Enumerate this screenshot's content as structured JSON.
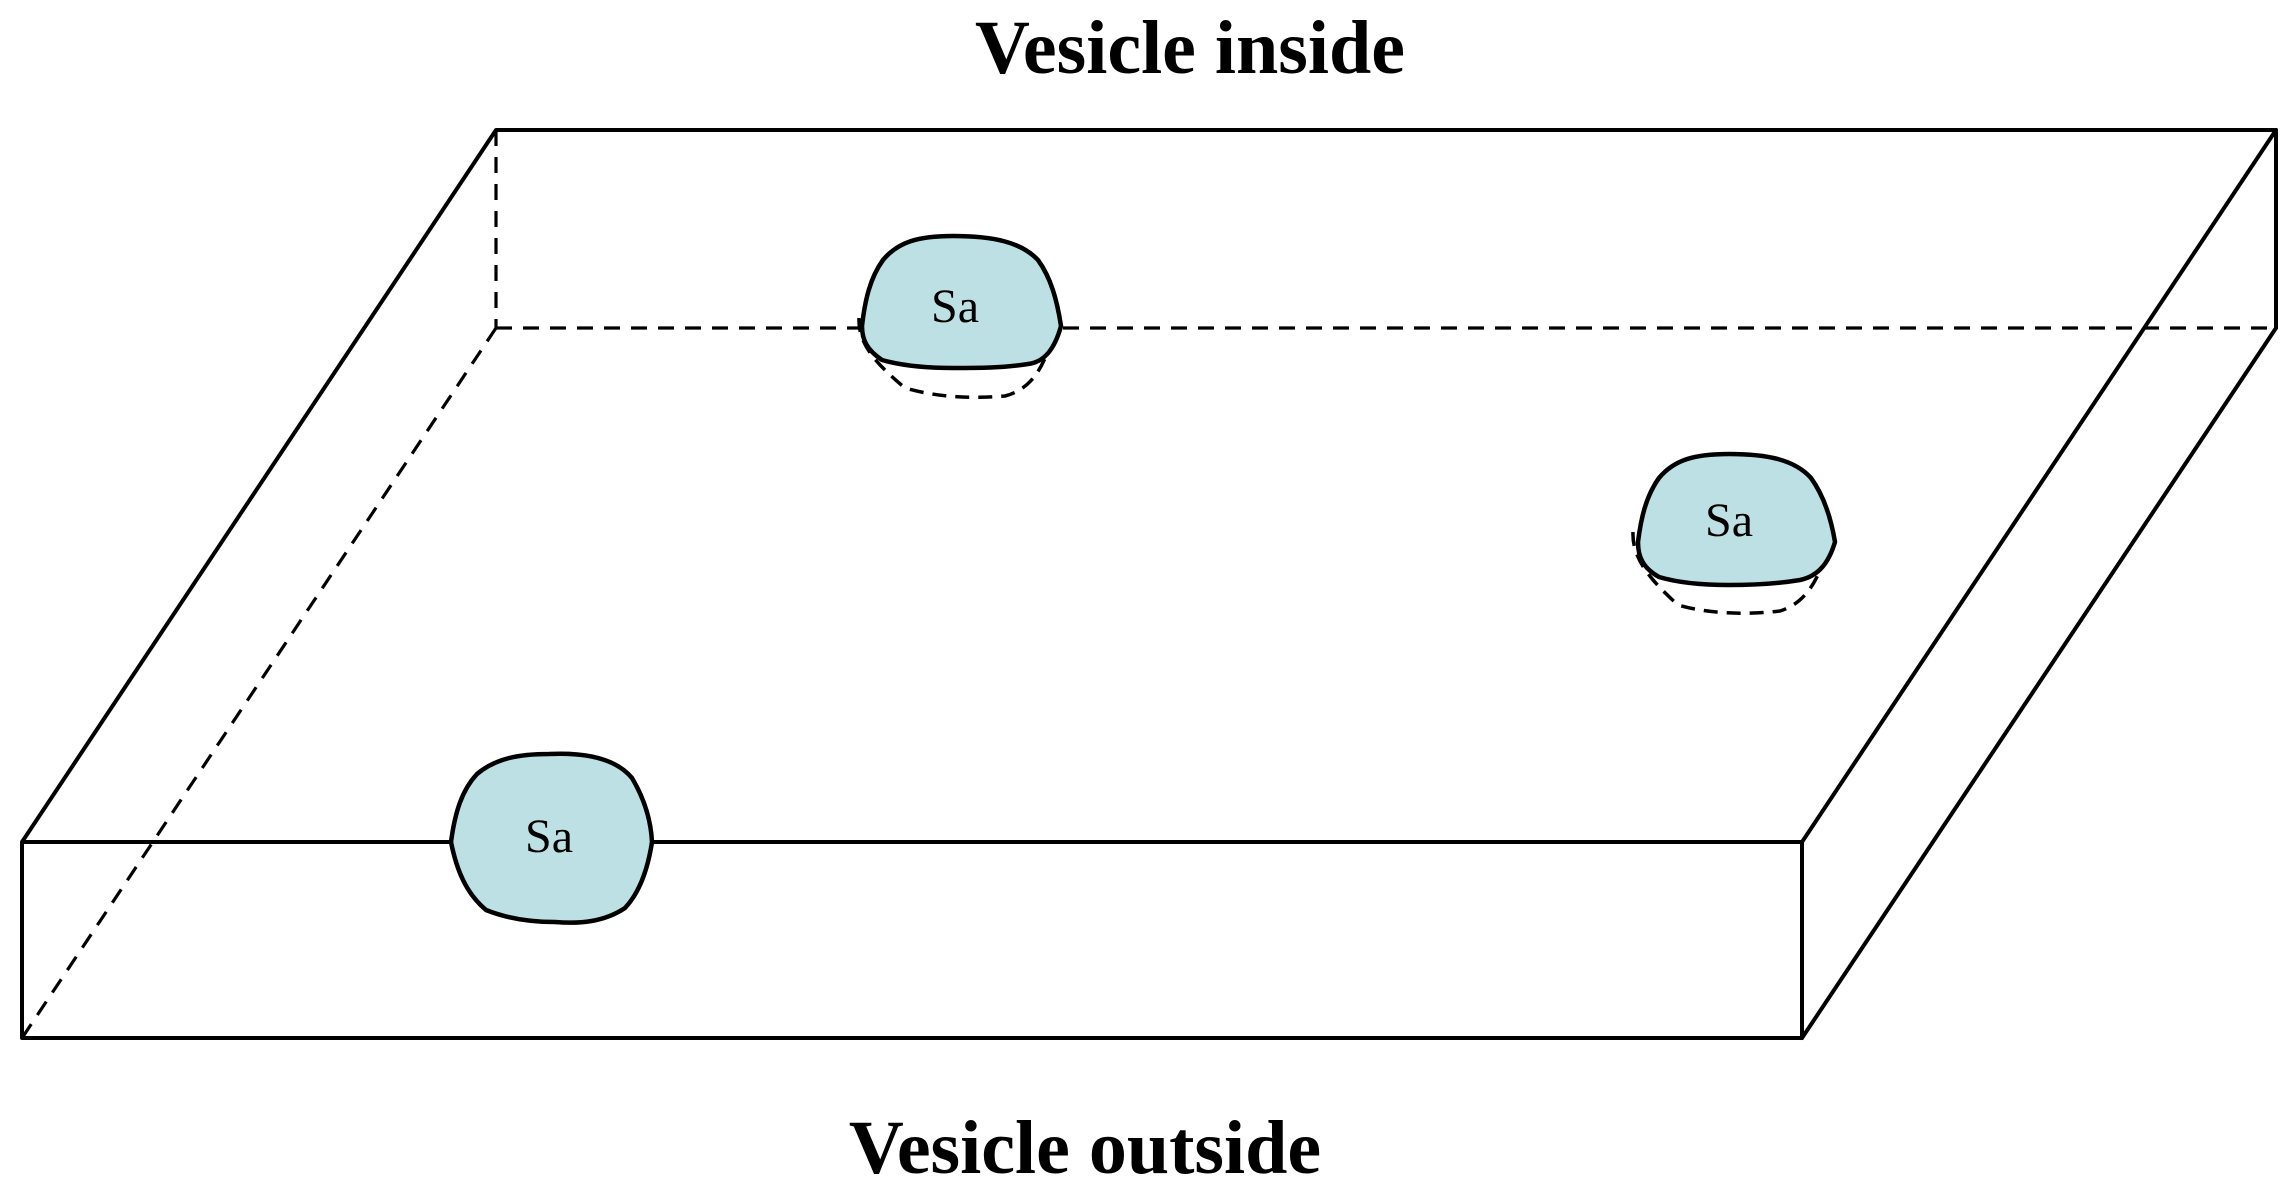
{
  "diagram": {
    "title_top": "Vesicle inside",
    "title_bottom": "Vesicle outside",
    "particles": [
      {
        "label": "Sa"
      },
      {
        "label": "Sa"
      },
      {
        "label": "Sa"
      }
    ]
  },
  "colors": {
    "particle_fill": "#bce0e3",
    "stroke": "#000000",
    "background": "#ffffff"
  }
}
